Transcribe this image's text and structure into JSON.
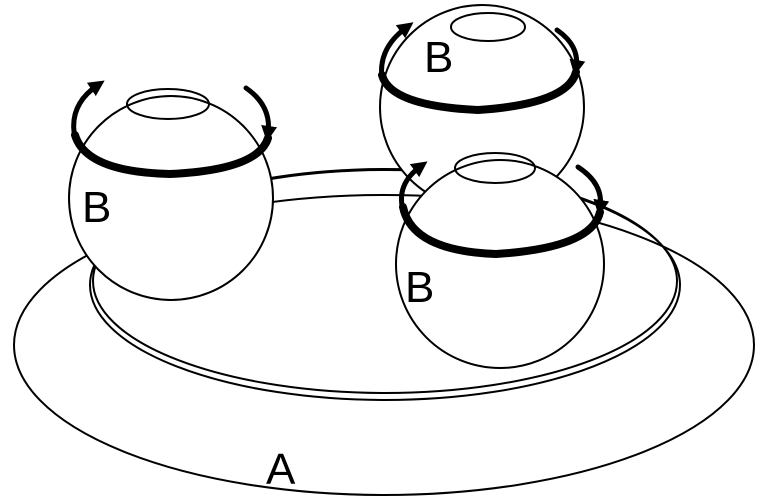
{
  "labels": {
    "platform": "A",
    "sphere_left": "B",
    "sphere_top_right": "B",
    "sphere_front_right": "B"
  },
  "colors": {
    "stroke": "#000000",
    "fill": "#ffffff"
  }
}
